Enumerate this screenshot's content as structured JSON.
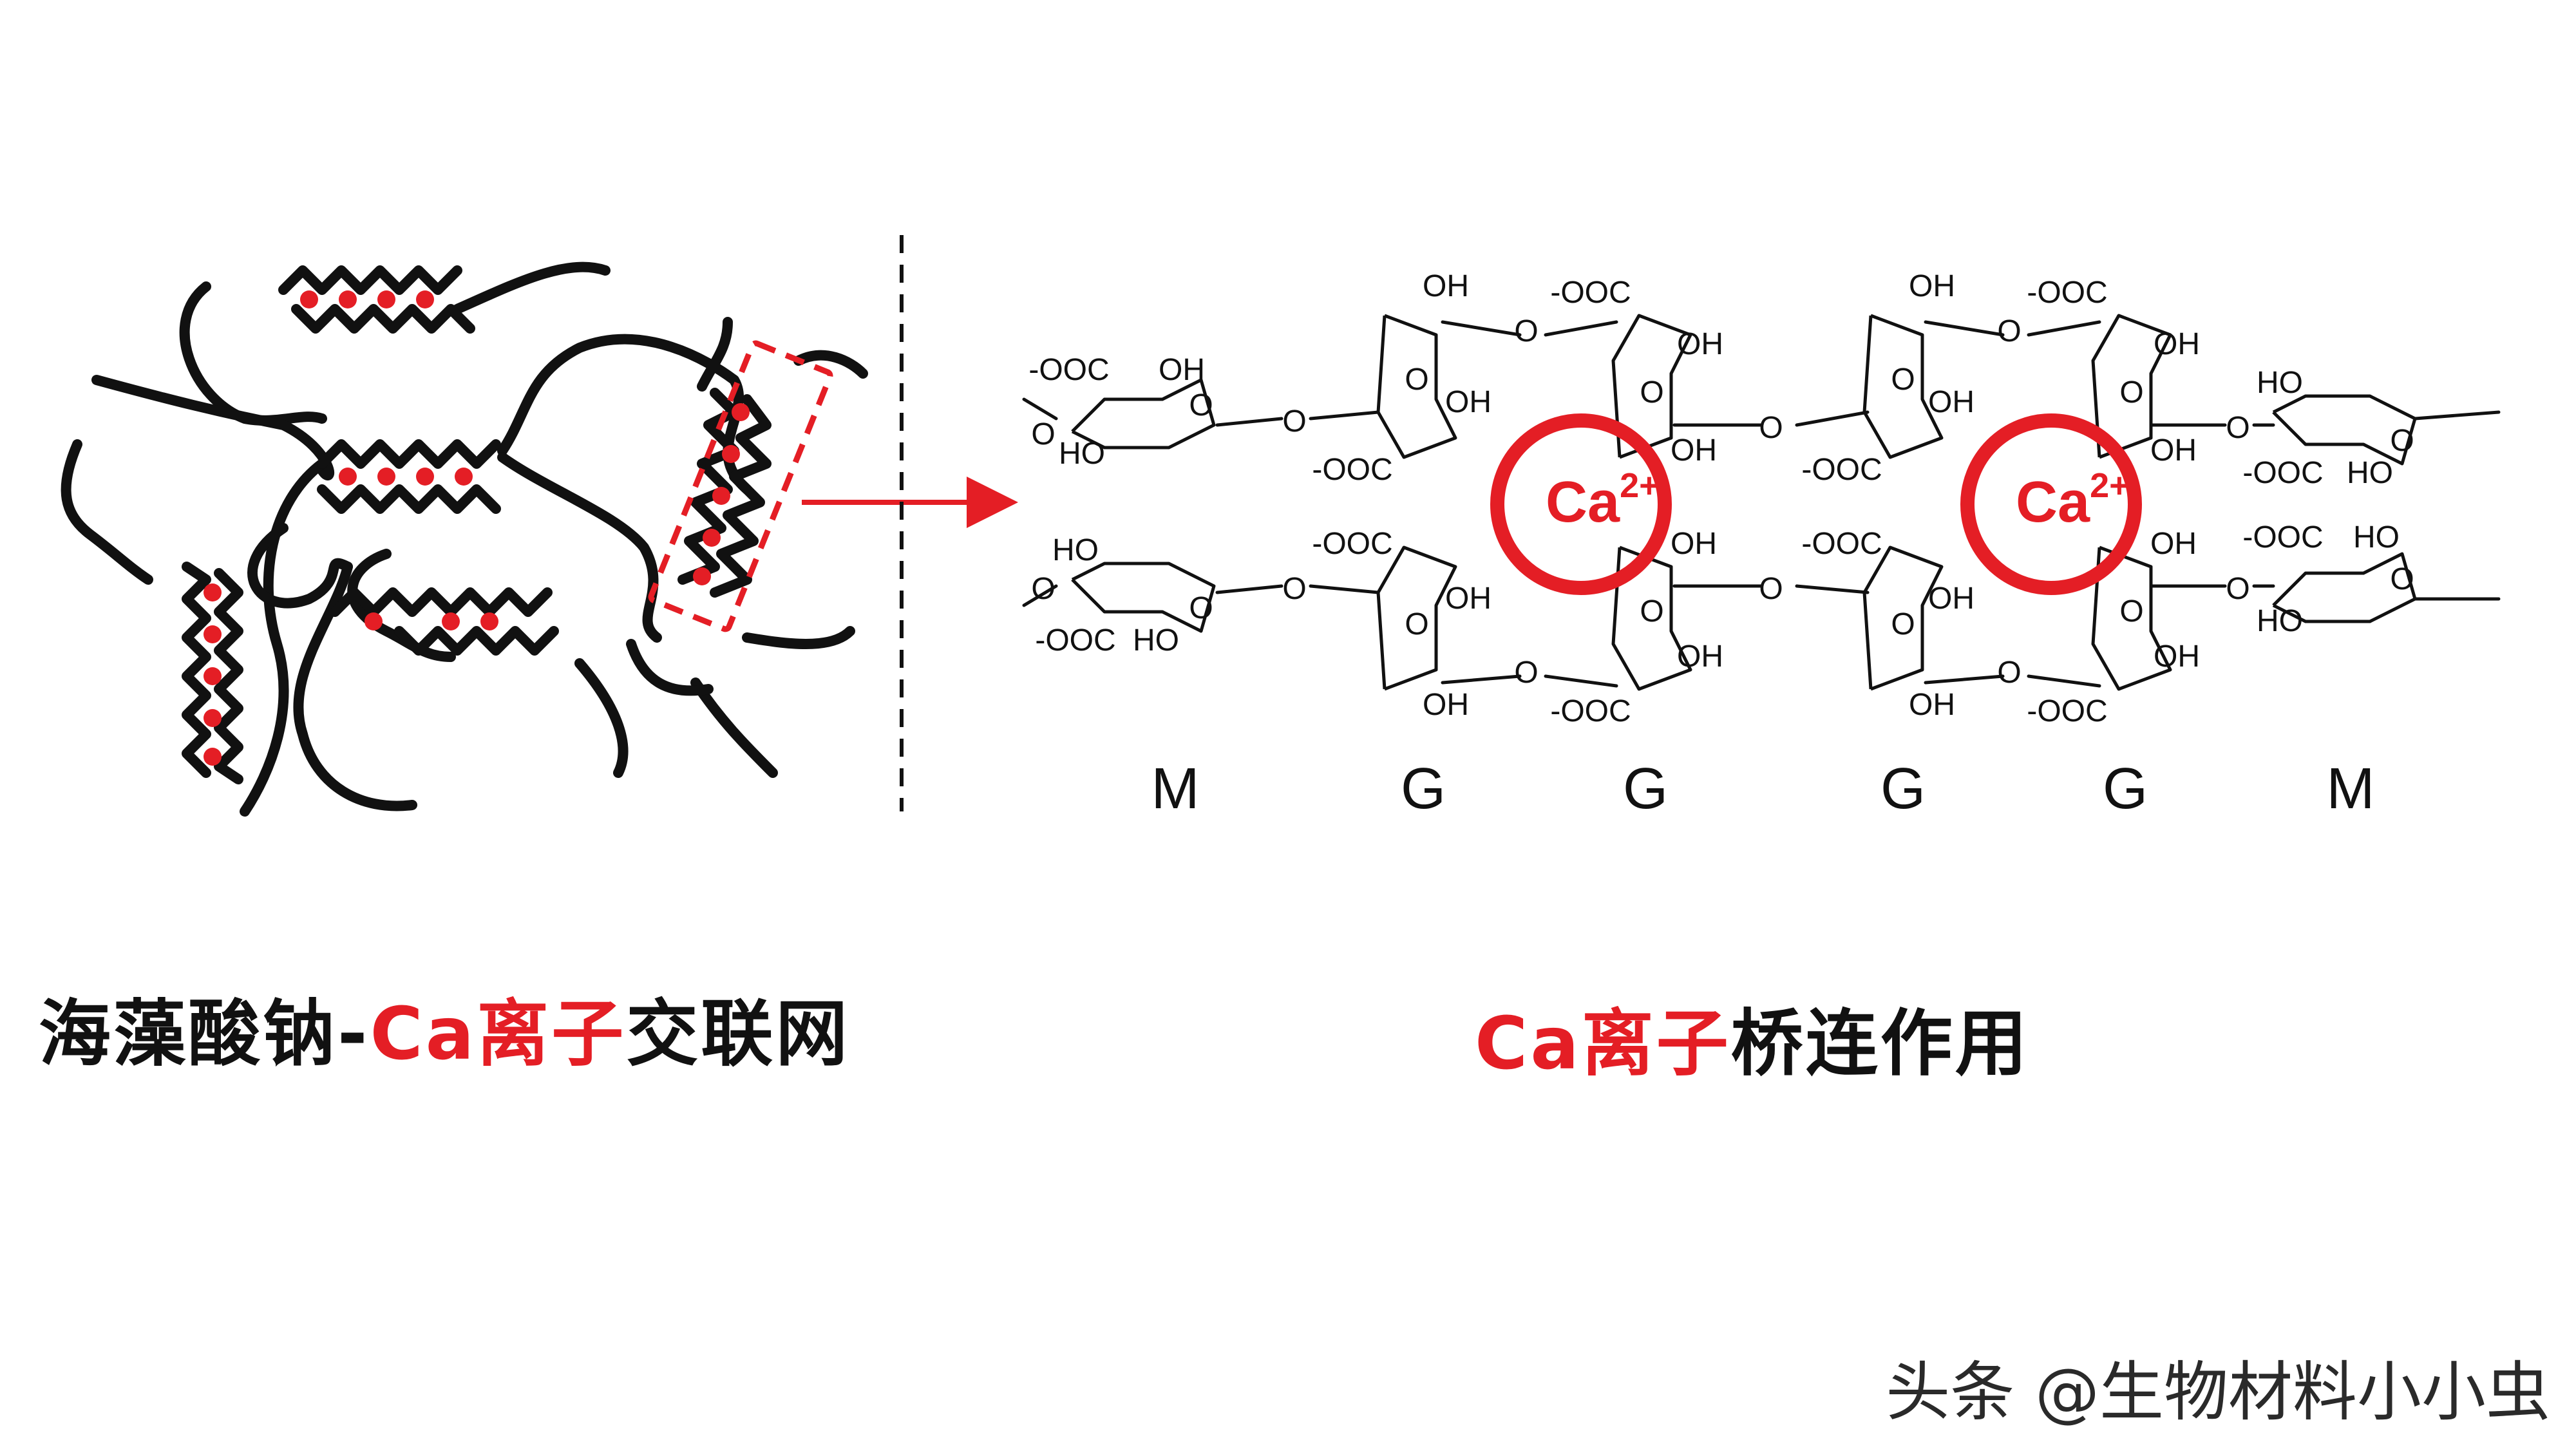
{
  "colors": {
    "red": "#e41e25",
    "black": "#111111"
  },
  "diagram": {
    "chem": {
      "ca_base": "Ca",
      "ca_sup": "2+",
      "residue_labels": [
        "M",
        "G",
        "G",
        "G",
        "G",
        "M"
      ],
      "groups": {
        "oh": "OH",
        "ho": "HO",
        "coo": "-OOC",
        "o": "O"
      }
    }
  },
  "captions": {
    "left": {
      "part1": "海藻酸钠-",
      "part2": "Ca离子",
      "part3": "交联网"
    },
    "right": {
      "part1": "Ca离子",
      "part2": "桥连作用"
    }
  },
  "watermark": "头条 @生物材料小小虫"
}
